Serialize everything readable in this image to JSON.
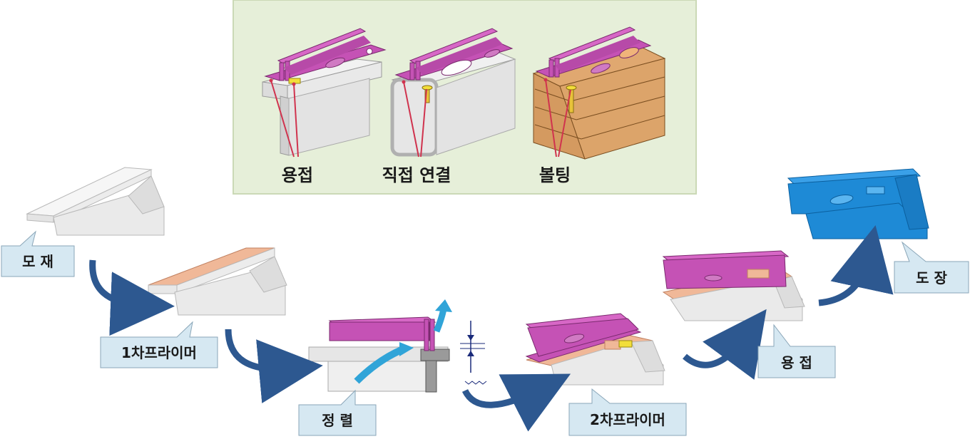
{
  "top_panel": {
    "labels": {
      "welding": "용접",
      "direct": "직접 연결",
      "bolting": "볼팅"
    }
  },
  "steps": {
    "base": "모 재",
    "primer1": "1차프라이머",
    "align": "정 렬",
    "primer2": "2차프라이머",
    "weld": "용 접",
    "paint": "도 장"
  },
  "colors": {
    "panel_bg": "#e6efd9",
    "panel_border": "#cbd9b6",
    "magenta": "#c552b5",
    "primer": "#f0b898",
    "callout": "#d6e8f2",
    "arrow": "#2d5890",
    "paint_blue": "#1e8ad6",
    "wood": "#d49a60",
    "flow_arrow": "#30a4d8"
  }
}
